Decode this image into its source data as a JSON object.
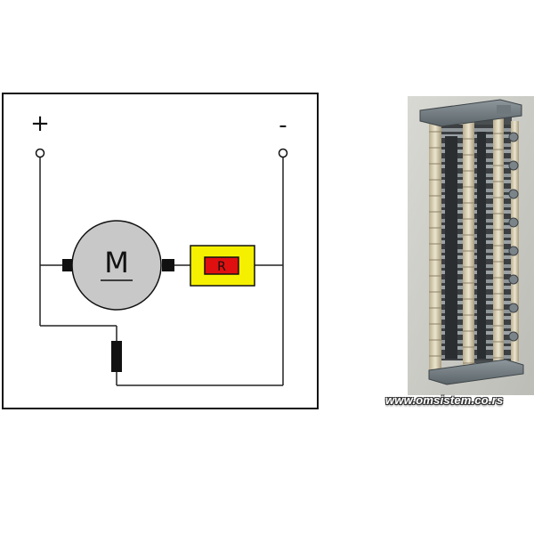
{
  "circuit": {
    "positive_terminal": "+",
    "negative_terminal": "-",
    "motor_label": "M",
    "series_resistor_label": "R",
    "colors": {
      "motor_fill": "#c8c8c8",
      "resistor_outer": "#f5f000",
      "resistor_inner": "#e01010",
      "wire": "#222222"
    }
  },
  "photo": {
    "watermark": "www.omsistem.co.rs"
  }
}
